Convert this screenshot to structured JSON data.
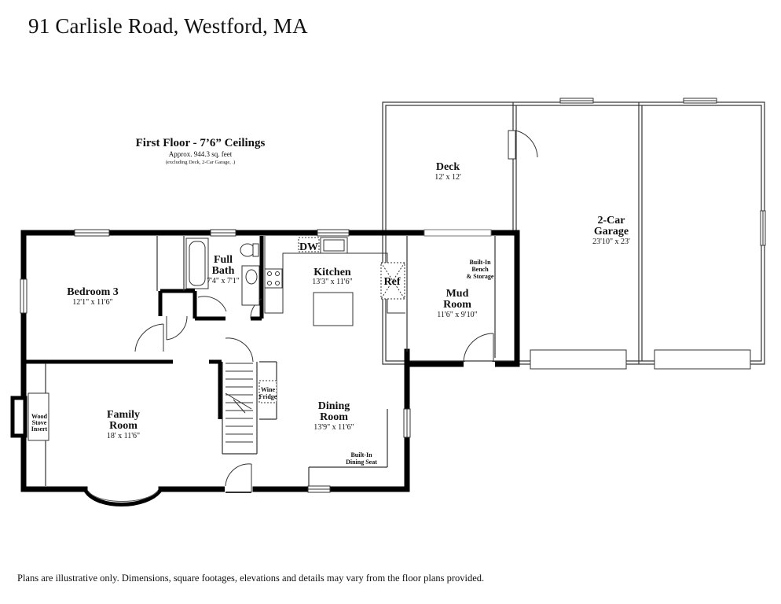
{
  "header": {
    "address": "91 Carlisle Road, Westford, MA"
  },
  "floor": {
    "heading": "First Floor - 7’6” Ceilings",
    "area": "Approx. 944.3 sq. feet",
    "note": "(excluding Deck, 2-Car Garage, .)"
  },
  "rooms": {
    "deck": {
      "name": "Deck",
      "dim": "12' x 12'"
    },
    "garage": {
      "name1": "2-Car",
      "name2": "Garage",
      "dim": "23'10\" x 23'"
    },
    "full_bath": {
      "name1": "Full",
      "name2": "Bath",
      "dim": "7'4\" x 7'1\""
    },
    "kitchen": {
      "name": "Kitchen",
      "dim": "13'3\" x 11'6\""
    },
    "mud_room": {
      "name1": "Mud",
      "name2": "Room",
      "dim": "11'6\" x 9'10\""
    },
    "bedroom3": {
      "name": "Bedroom 3",
      "dim": "12'1\" x 11'6\""
    },
    "family_room": {
      "name1": "Family",
      "name2": "Room",
      "dim": "18' x 11'6\""
    },
    "dining_room": {
      "name1": "Dining",
      "name2": "Room",
      "dim": "13'9\" x 11'6\""
    }
  },
  "fixtures": {
    "dw": "DW",
    "ref": "Ref",
    "bench": [
      "Built-In",
      "Bench",
      "& Storage"
    ],
    "wine": [
      "Wine",
      "Fridge"
    ],
    "stove": [
      "Wood",
      "Stove",
      "Insert"
    ],
    "dining_seat": [
      "Built-In",
      "Dining Seat"
    ]
  },
  "footer": {
    "disclaimer": "Plans are illustrative only. Dimensions, square footages, elevations and details may vary from the floor plans provided."
  }
}
